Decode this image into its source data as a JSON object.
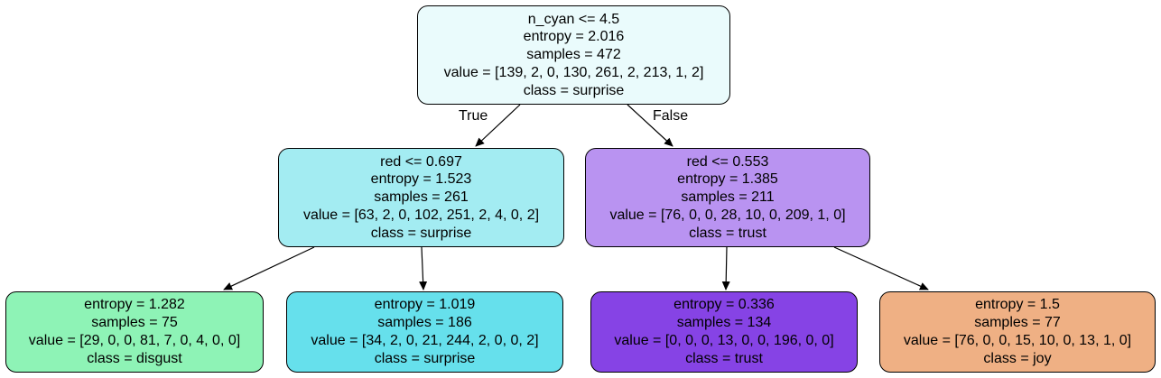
{
  "colors": {
    "root": "#eafbfc",
    "left_mid": "#a3ecf2",
    "right_mid": "#b993f1",
    "leaf_disgust": "#8ef3b6",
    "leaf_surprise": "#66e0ec",
    "leaf_trust": "#8643e5",
    "leaf_joy": "#efb084",
    "edge": "#000000"
  },
  "edges": {
    "true_label": "True",
    "false_label": "False"
  },
  "nodes": {
    "root": {
      "condition": "n_cyan <= 4.5",
      "entropy": "entropy = 2.016",
      "samples": "samples = 472",
      "value": "value = [139, 2, 0, 130, 261, 2, 213, 1, 2]",
      "class": "class = surprise"
    },
    "left": {
      "condition": "red <= 0.697",
      "entropy": "entropy = 1.523",
      "samples": "samples = 261",
      "value": "value = [63, 2, 0, 102, 251, 2, 4, 0, 2]",
      "class": "class = surprise"
    },
    "right": {
      "condition": "red <= 0.553",
      "entropy": "entropy = 1.385",
      "samples": "samples = 211",
      "value": "value = [76, 0, 0, 28, 10, 0, 209, 1, 0]",
      "class": "class = trust"
    },
    "leaf1": {
      "entropy": "entropy = 1.282",
      "samples": "samples = 75",
      "value": "value = [29, 0, 0, 81, 7, 0, 4, 0, 0]",
      "class": "class = disgust"
    },
    "leaf2": {
      "entropy": "entropy = 1.019",
      "samples": "samples = 186",
      "value": "value = [34, 2, 0, 21, 244, 2, 0, 0, 2]",
      "class": "class = surprise"
    },
    "leaf3": {
      "entropy": "entropy = 0.336",
      "samples": "samples = 134",
      "value": "value = [0, 0, 0, 13, 0, 0, 196, 0, 0]",
      "class": "class = trust"
    },
    "leaf4": {
      "entropy": "entropy = 1.5",
      "samples": "samples = 77",
      "value": "value = [76, 0, 0, 15, 10, 0, 13, 1, 0]",
      "class": "class = joy"
    }
  }
}
